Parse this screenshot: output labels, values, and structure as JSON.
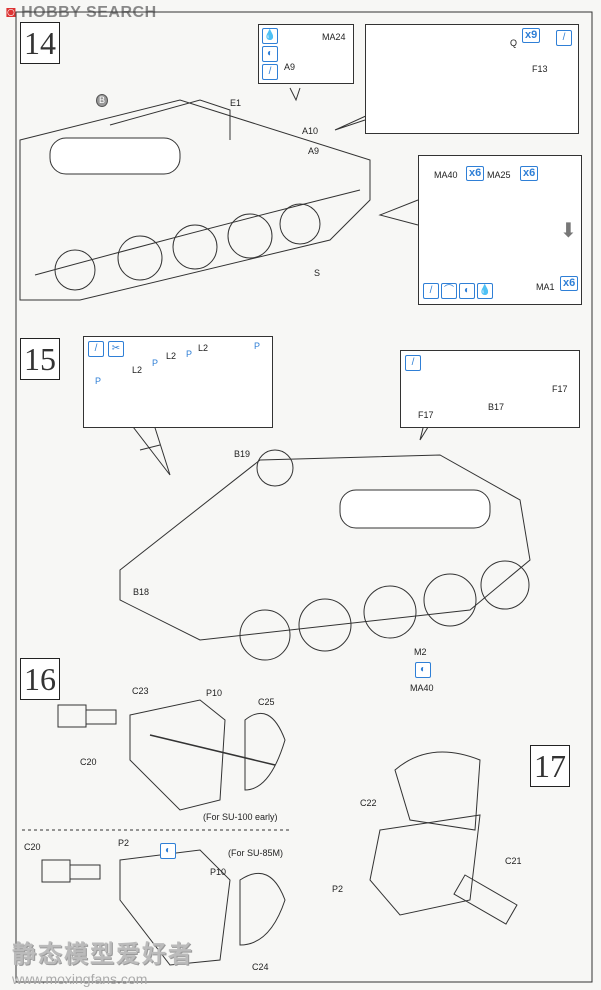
{
  "watermark": {
    "brand": "HOBBY SEARCH",
    "site_cn": "静态模型爱好者",
    "site_url": "www.moxingfans.com"
  },
  "steps": [
    {
      "number": "14",
      "labels": {
        "B": "B",
        "E1": "E1",
        "A10": "A10",
        "A9": "A9",
        "S": "S",
        "inset1_MA24": "MA24",
        "inset1_A9": "A9",
        "Q": "Q",
        "F13": "F13",
        "q_qty": "x9",
        "MA40": "MA40",
        "MA40_qty": "x6",
        "MA25": "MA25",
        "MA25_qty": "x6",
        "MA1": "MA1",
        "MA1_qty": "x6"
      }
    },
    {
      "number": "15",
      "labels": {
        "L2a": "L2",
        "L2b": "L2",
        "L2c": "L2",
        "Pa": "P",
        "Pb": "P",
        "Pc": "P",
        "Pd": "P",
        "B17": "B17",
        "F17a": "F17",
        "F17b": "F17",
        "B19": "B19",
        "B18": "B18",
        "M2": "M2",
        "MA40": "MA40"
      }
    },
    {
      "number": "16",
      "labels": {
        "C23": "C23",
        "P10a": "P10",
        "C25": "C25",
        "C20a": "C20",
        "variant1": "(For SU-100 early)",
        "C20b": "C20",
        "P2": "P2",
        "variant2": "(For SU-85M)",
        "P10b": "P10",
        "C24": "C24"
      }
    },
    {
      "number": "17",
      "labels": {
        "C22": "C22",
        "C21": "C21",
        "P2": "P2"
      }
    }
  ],
  "colors": {
    "accent": "#2f7fd6",
    "line": "#222222"
  }
}
